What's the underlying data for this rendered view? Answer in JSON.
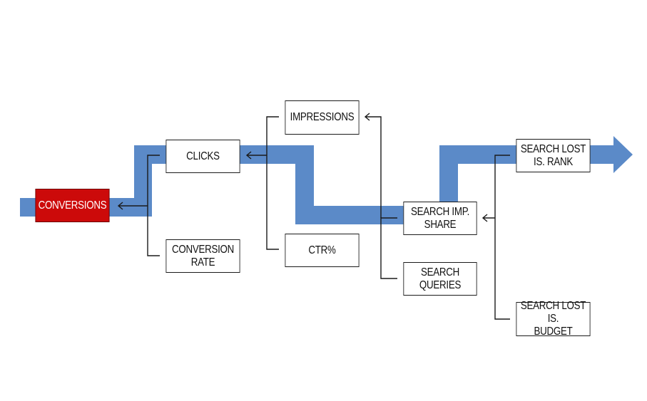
{
  "diagram": {
    "nodes": {
      "conversions": "CONVERSIONS",
      "clicks": "CLICKS",
      "conversion_rate": "CONVERSION RATE",
      "impressions": "IMPRESSIONS",
      "ctr": "CTR%",
      "search_imp_share": "SEARCH IMP.\nSHARE",
      "search_queries": "SEARCH QUERIES",
      "search_lost_rank": "SEARCH LOST\nIS. RANK",
      "search_lost_budget": "SEARCH LOST IS.\nBUDGET"
    },
    "colors": {
      "flow": "#5b8ac8",
      "primary": "#cc0a0a",
      "border": "#1a1a1a",
      "connector": "#1a1a1a"
    }
  }
}
